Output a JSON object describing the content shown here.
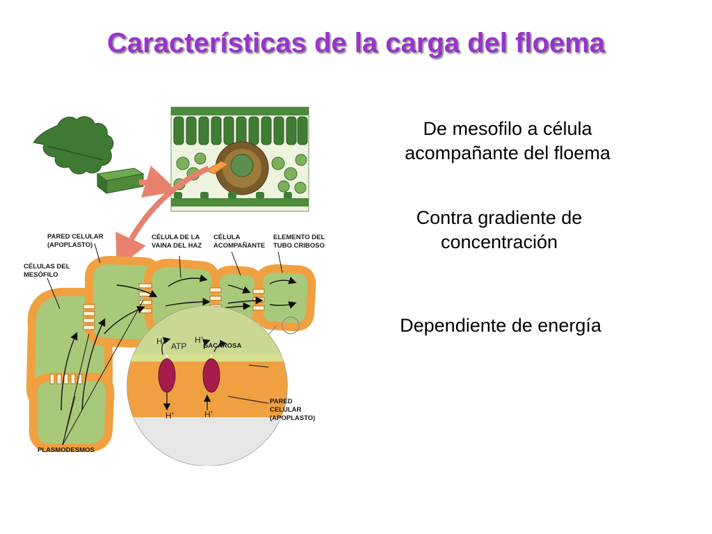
{
  "title": "Características de la carga del floema",
  "bullets": [
    {
      "line1": "De mesofilo a célula",
      "line2": "acompañante del floema"
    },
    {
      "line1": "Contra gradiente de",
      "line2": "concentración"
    },
    {
      "line1": "Dependiente de energía"
    }
  ],
  "diagram": {
    "labels": {
      "cell_wall_1": "PARED CELULAR",
      "cell_wall_2": "(APOPLASTO)",
      "mesophyll_1": "CÉLULAS DEL",
      "mesophyll_2": "MESÓFILO",
      "sheath_1": "CÉLULA DE LA",
      "sheath_2": "VAINA DEL HAZ",
      "companion_1": "CÉLULA",
      "companion_2": "ACOMPAÑANTE",
      "sieve_1": "ELEMENTO DEL",
      "sieve_2": "TUBO CRIBOSO",
      "sucrose": "SACAROSA",
      "atp": "ATP",
      "proton": "H",
      "proton_sup": "+",
      "wall2_1": "PARED",
      "wall2_2": "CELULAR",
      "wall2_3": "(APOPLASTO)",
      "plasmodesmata": "PLASMODESMOS"
    },
    "colors": {
      "leaf": "#3f7a35",
      "cell_fill": "#a8c97a",
      "wall": "#f0a040",
      "arrow_pink": "#e8826e",
      "protein": "#a51c4a",
      "membrane": "#c9d97a"
    }
  }
}
